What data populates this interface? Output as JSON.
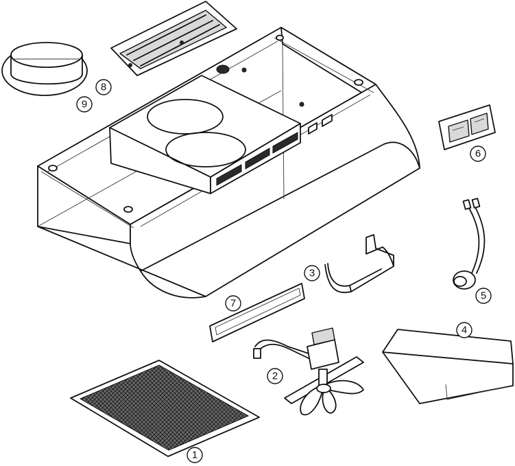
{
  "callouts": [
    {
      "id": "1",
      "label": "1"
    },
    {
      "id": "2",
      "label": "2"
    },
    {
      "id": "3",
      "label": "3"
    },
    {
      "id": "4",
      "label": "4"
    },
    {
      "id": "5",
      "label": "5"
    },
    {
      "id": "6",
      "label": "6"
    },
    {
      "id": "7",
      "label": "7"
    },
    {
      "id": "8",
      "label": "8"
    },
    {
      "id": "9",
      "label": "9"
    }
  ],
  "colors": {
    "line": "#111111",
    "fill": "#ffffff",
    "shade": "#d9d9d9",
    "dark": "#2a2a2a"
  }
}
